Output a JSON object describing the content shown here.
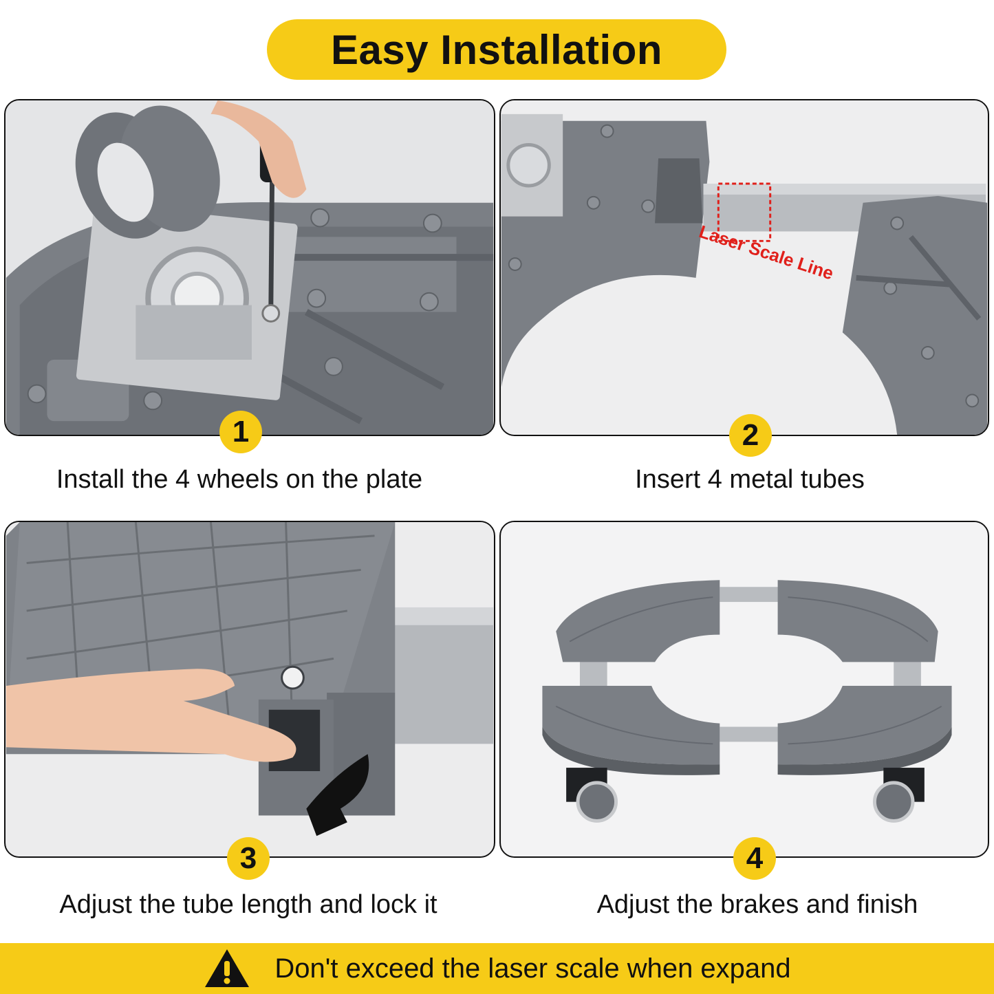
{
  "header": {
    "title": "Easy Installation"
  },
  "steps": [
    {
      "number": "1",
      "caption": "Install the 4 wheels on the plate"
    },
    {
      "number": "2",
      "caption": "Insert 4 metal tubes"
    },
    {
      "number": "3",
      "caption": "Adjust the tube length and lock it"
    },
    {
      "number": "4",
      "caption": "Adjust the brakes and finish"
    }
  ],
  "annotation": {
    "laser_label": "Laser Scale Line"
  },
  "footer": {
    "warning_text": "Don't exceed the laser scale when expand",
    "icon": "warning-triangle-icon"
  },
  "colors": {
    "accent_yellow": "#F6CB17",
    "plastic_gray": "#75797f",
    "laser_red": "#e0201b",
    "metal": "#b9bcc0"
  }
}
